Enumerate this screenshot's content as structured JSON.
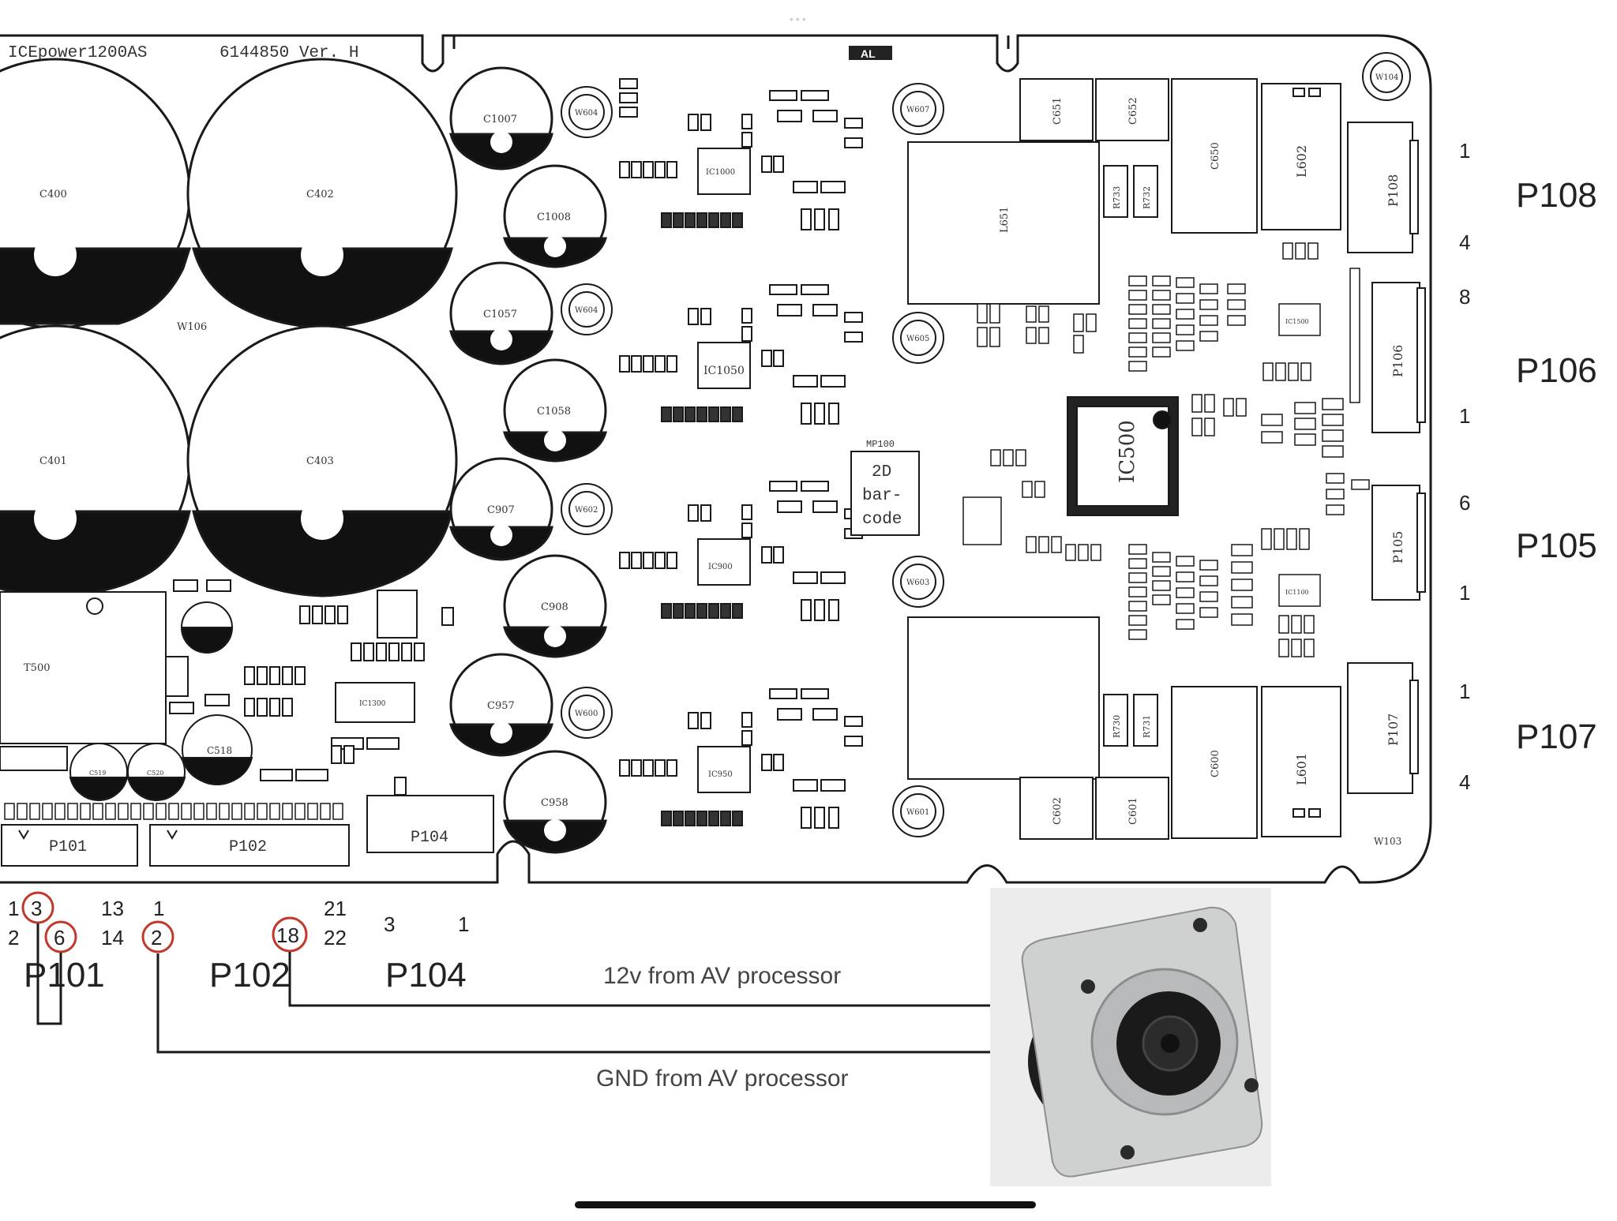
{
  "board": {
    "model": "ICEpower1200AS",
    "part_number": "6144850 Ver. H",
    "logo_text": "AL"
  },
  "capacitors_large": [
    "C400",
    "C402",
    "C401",
    "C403"
  ],
  "mounting_label_center": "W106",
  "capacitors_small": [
    "C1007",
    "C1008",
    "C1057",
    "C1058",
    "C907",
    "C908",
    "C957",
    "C958",
    "C518",
    "C519",
    "C520"
  ],
  "mounting_holes": [
    "W604",
    "W604",
    "W602",
    "W600",
    "W607",
    "W605",
    "W603",
    "W601",
    "W104"
  ],
  "ics": [
    "IC1000",
    "IC1050",
    "IC900",
    "IC950",
    "IC500",
    "IC1300",
    "IC1100",
    "IC1500"
  ],
  "transformer": "T500",
  "inductors": [
    "L651",
    "L601",
    "L602"
  ],
  "power_caps": [
    "C651",
    "C652",
    "C650",
    "C601",
    "C602",
    "C600"
  ],
  "resistors": [
    "R733",
    "R732",
    "R730",
    "R731"
  ],
  "barcode": {
    "title": "MP100",
    "lines": [
      "2D",
      "bar-",
      "code"
    ]
  },
  "corner_label": "W103",
  "connectors_bottom": [
    {
      "name": "P101",
      "pin_tl": "1",
      "pin_bl": "2",
      "pin_tr": "13",
      "pin_br": "14"
    },
    {
      "name": "P102",
      "pin_tl": "1",
      "pin_bl": "2",
      "pin_tr": "21",
      "pin_br": "22"
    },
    {
      "name": "P104",
      "pin_tl": "3",
      "pin_tr": "1"
    }
  ],
  "connectors_right": [
    {
      "name": "P108",
      "pin_top": "1",
      "pin_bottom": "4"
    },
    {
      "name": "P106",
      "pin_top": "8",
      "pin_bottom": "1"
    },
    {
      "name": "P105",
      "pin_top": "6",
      "pin_bottom": "1"
    },
    {
      "name": "P107",
      "pin_top": "1",
      "pin_bottom": "4"
    }
  ],
  "circled_pins": [
    "3",
    "6",
    "2",
    "18"
  ],
  "annotations": {
    "v12": "12v from AV processor",
    "gnd": "GND from AV processor"
  },
  "colors": {
    "circle_annotation": "#c0392b",
    "board_line": "#1a1a1a",
    "connector_metal": "#c9c9c9"
  }
}
